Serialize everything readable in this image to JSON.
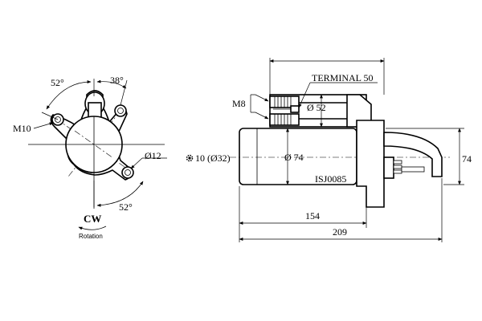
{
  "front_view": {
    "angle_top_left": "52°",
    "angle_top_right": "38°",
    "angle_bottom": "52°",
    "thread_label": "M10",
    "hole_dia": "Ø12",
    "direction": "CW",
    "direction_caption": "Rotation"
  },
  "side_view": {
    "terminal_label": "TERMINAL 50",
    "thread_label": "M8",
    "solenoid_dia": "Ø 52",
    "body_dia": "Ø 74",
    "part_number": "ISJ0085",
    "pinion_spec": "10 (Ø32)",
    "height": "74",
    "length_body": "154",
    "length_overall": "209"
  }
}
